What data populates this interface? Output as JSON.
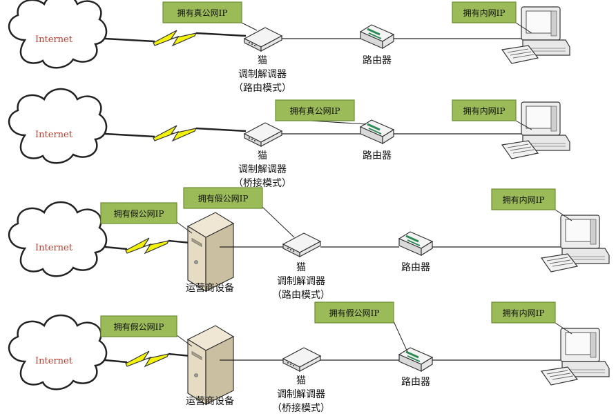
{
  "rows": [
    {
      "cloud": "Internet",
      "modem": {
        "name": "猫",
        "type": "调制解调器",
        "mode": "（路由模式）"
      },
      "router": "路由器",
      "notes": [
        "拥有真公网IP",
        "拥有内网IP"
      ]
    },
    {
      "cloud": "Internet",
      "modem": {
        "name": "猫",
        "type": "调制解调器",
        "mode": "（桥接模式）"
      },
      "router": "路由器",
      "notes": [
        "拥有真公网IP",
        "拥有内网IP"
      ]
    },
    {
      "cloud": "Internet",
      "isp": "运营商设备",
      "modem": {
        "name": "猫",
        "type": "调制解调器",
        "mode": "（路由模式）"
      },
      "router": "路由器",
      "notes": [
        "拥有假公网IP",
        "拥有假公网IP",
        "拥有内网IP"
      ]
    },
    {
      "cloud": "Internet",
      "isp": "运营商设备",
      "modem": {
        "name": "猫",
        "type": "调制解调器",
        "mode": "（桥接模式）"
      },
      "router": "路由器",
      "notes": [
        "拥有假公网IP",
        "拥有假公网IP",
        "拥有内网IP"
      ]
    }
  ],
  "colors": {
    "note_fill": "#9bbb59",
    "note_border": "#6b8e2f",
    "cloud_text": "#c0392b",
    "bolt_fill": "#f2f20c",
    "wire": "#222222"
  }
}
